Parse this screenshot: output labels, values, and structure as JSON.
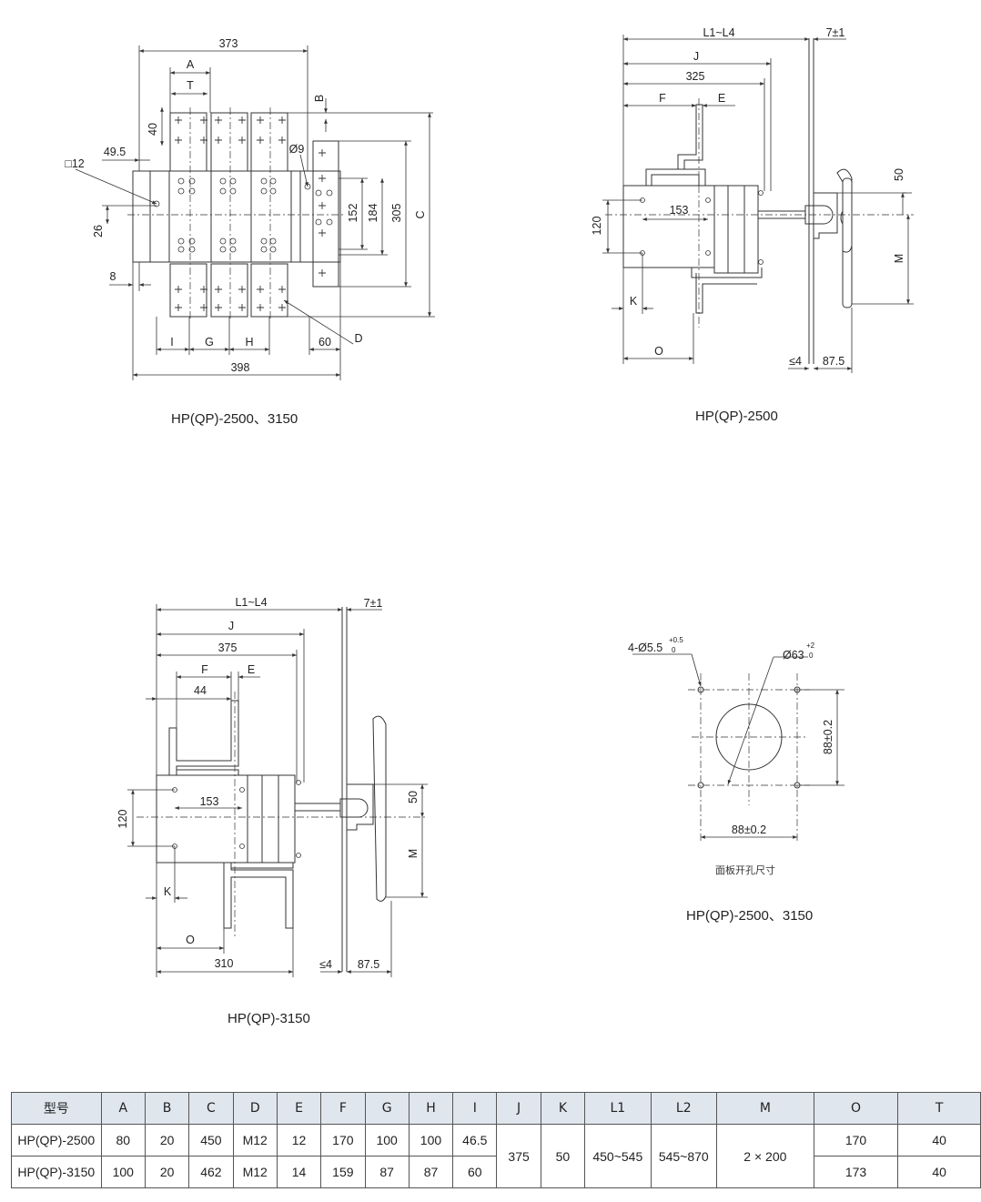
{
  "drawings": {
    "front": {
      "dims": {
        "top_width": "373",
        "a": "A",
        "t": "T",
        "b": "B",
        "d40": "40",
        "d49_5": "49.5",
        "sq12": "□12",
        "phi9": "Ø9",
        "d26": "26",
        "d152": "152",
        "d184": "184",
        "d305": "305",
        "c": "C",
        "d8": "8",
        "i": "I",
        "g": "G",
        "h": "H",
        "d60": "60",
        "d": "D",
        "bottom_width": "398"
      },
      "caption": "HP(QP)-2500、3150"
    },
    "side2500": {
      "dims": {
        "l": "L1~L4",
        "tol": "7±1",
        "j": "J",
        "d325": "325",
        "f": "F",
        "e": "E",
        "d153": "153",
        "d120": "120",
        "d50": "50",
        "m": "M",
        "k": "K",
        "o": "O",
        "le4": "≤4",
        "d87_5": "87.5"
      },
      "caption": "HP(QP)-2500"
    },
    "side3150": {
      "dims": {
        "l": "L1~L4",
        "tol": "7±1",
        "j": "J",
        "d375": "375",
        "f": "F",
        "e": "E",
        "d44": "44",
        "d153": "153",
        "d120": "120",
        "d50": "50",
        "m": "M",
        "k": "K",
        "o": "O",
        "d310": "310",
        "le4": "≤4",
        "d87_5": "87.5"
      },
      "caption": "HP(QP)-3150"
    },
    "panel": {
      "dims": {
        "holes": "4-Ø5.5",
        "holes_tol_upper": "+0.5",
        "holes_tol_lower": "0",
        "bore": "Ø63",
        "bore_tol_upper": "+2",
        "bore_tol_lower": "0",
        "vertical": "88±0.2",
        "horizontal": "88±0.2"
      },
      "note": "面板开孔尺寸",
      "caption": "HP(QP)-2500、3150"
    }
  },
  "table": {
    "headers": [
      "型号",
      "A",
      "B",
      "C",
      "D",
      "E",
      "F",
      "G",
      "H",
      "I",
      "J",
      "K",
      "L1",
      "L2",
      "M",
      "O",
      "T"
    ],
    "rows": [
      {
        "model": "HP(QP)-2500",
        "cells": [
          "80",
          "20",
          "450",
          "M12",
          "12",
          "170",
          "100",
          "100",
          "46.5"
        ],
        "o": "170",
        "t": "40"
      },
      {
        "model": "HP(QP)-3150",
        "cells": [
          "100",
          "20",
          "462",
          "M12",
          "14",
          "159",
          "87",
          "87",
          "60"
        ],
        "o": "173",
        "t": "40"
      }
    ],
    "shared": {
      "j": "375",
      "k": "50",
      "l1": "450~545",
      "l2": "545~870",
      "m": "2 × 200"
    }
  }
}
